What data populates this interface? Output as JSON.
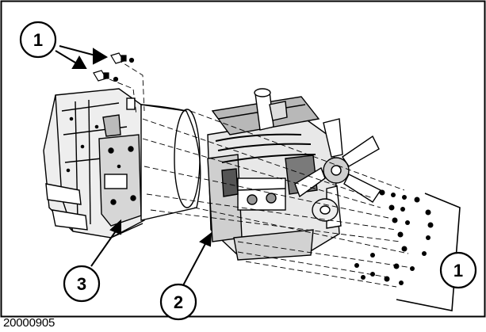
{
  "figure": {
    "id_label": "20000905",
    "callouts": [
      {
        "key": "c1-top",
        "label": "1"
      },
      {
        "key": "c3",
        "label": "3"
      },
      {
        "key": "c2",
        "label": "2"
      },
      {
        "key": "c1-right",
        "label": "1"
      }
    ],
    "colors": {
      "ink": "#000000",
      "paper": "#ffffff",
      "shade": "#7a7a7a",
      "light": "#d9d9d9"
    }
  }
}
